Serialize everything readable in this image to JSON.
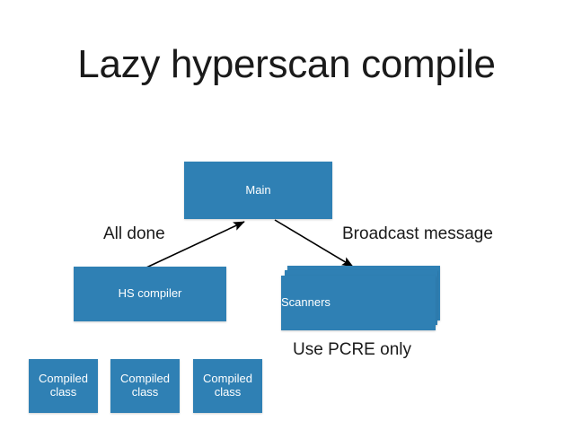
{
  "slide": {
    "title": "Lazy hyperscan compile",
    "background_color": "#ffffff",
    "title_color": "#1a1a1a",
    "node_color": "#2f80b4",
    "node_text_color": "#ffffff",
    "arrow_color": "#000000"
  },
  "nodes": {
    "main": {
      "label": "Main"
    },
    "hs_compiler": {
      "label": "HS compiler"
    },
    "scanners": {
      "label": "Scanners"
    },
    "compiled_classes": [
      {
        "label": "Compiled class"
      },
      {
        "label": "Compiled class"
      },
      {
        "label": "Compiled class"
      }
    ]
  },
  "edges": {
    "all_done": {
      "label": "All done"
    },
    "broadcast": {
      "label": "Broadcast message"
    },
    "use_pcre": {
      "label": "Use PCRE only"
    }
  }
}
